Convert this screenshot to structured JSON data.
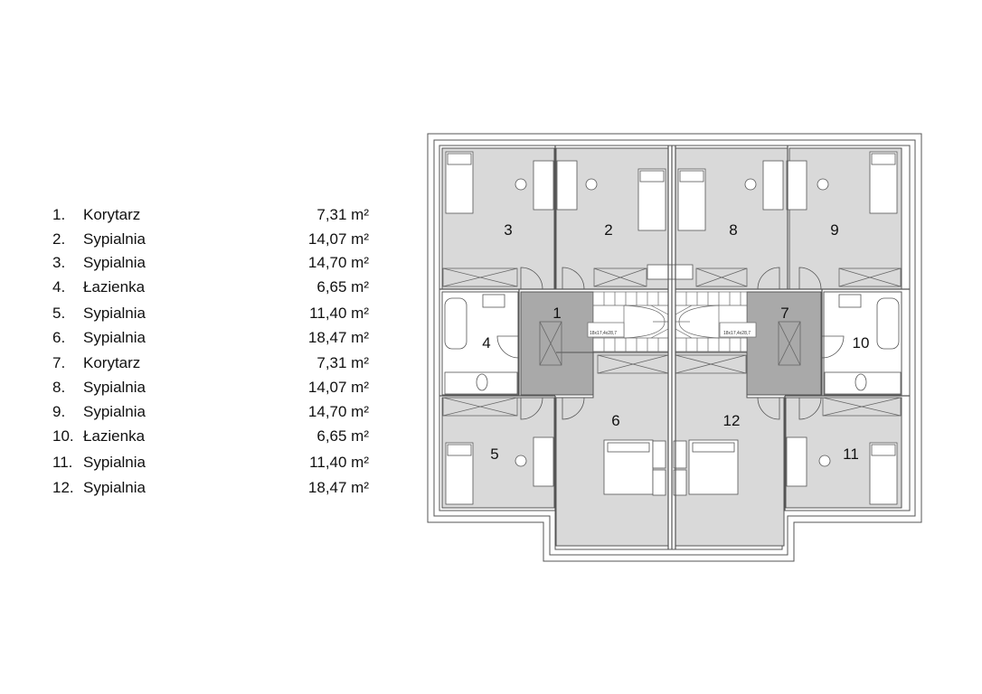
{
  "legend": {
    "rooms": [
      {
        "num": "1.",
        "name": "Korytarz",
        "area": "7,31 m²"
      },
      {
        "num": "2.",
        "name": "Sypialnia",
        "area": "14,07 m²"
      },
      {
        "num": "3.",
        "name": "Sypialnia",
        "area": "14,70 m²"
      },
      {
        "num": "4.",
        "name": "Łazienka",
        "area": "6,65 m²"
      },
      {
        "num": "5.",
        "name": "Sypialnia",
        "area": "11,40 m²"
      },
      {
        "num": "6.",
        "name": "Sypialnia",
        "area": "18,47 m²"
      },
      {
        "num": "7.",
        "name": "Korytarz",
        "area": "7,31 m²"
      },
      {
        "num": "8.",
        "name": "Sypialnia",
        "area": "14,07 m²"
      },
      {
        "num": "9.",
        "name": "Sypialnia",
        "area": "14,70 m²"
      },
      {
        "num": "10.",
        "name": "Łazienka",
        "area": "6,65 m²"
      },
      {
        "num": "11.",
        "name": "Sypialnia",
        "area": "11,40 m²"
      },
      {
        "num": "12.",
        "name": "Sypialnia",
        "area": "18,47 m²"
      }
    ]
  },
  "plan": {
    "room_labels": [
      "1",
      "2",
      "3",
      "4",
      "5",
      "6",
      "7",
      "8",
      "9",
      "10",
      "11",
      "12"
    ],
    "stair_labels": [
      "18x17,4x28,7",
      "18x17,4x28,7"
    ]
  },
  "colors": {
    "room_fill": "#d9d9d9",
    "corridor_fill": "#a9a9a9",
    "wall": "#555555"
  }
}
